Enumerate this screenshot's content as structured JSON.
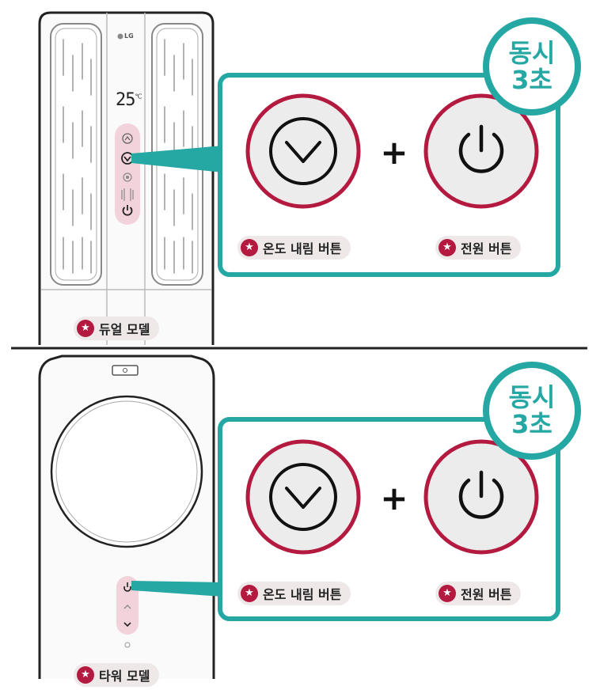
{
  "top_panel": {
    "badge": {
      "line1": "동시",
      "line2": "3초"
    },
    "display_temp": "25",
    "temp_unit": "℃",
    "brand": "LG",
    "down_button_label": "온도 내림 버튼",
    "power_button_label": "전원 버튼",
    "plus": "+",
    "model_label": "듀얼 모델"
  },
  "bottom_panel": {
    "badge": {
      "line1": "동시",
      "line2": "3초"
    },
    "down_button_label": "온도 내림 버튼",
    "power_button_label": "전원 버튼",
    "plus": "+",
    "model_label": "타워 모델"
  },
  "colors": {
    "accent_teal": "#25a7a3",
    "button_ring": "#b4193f",
    "button_fill": "#ececec",
    "highlight_pink": "#f3d3db"
  },
  "icons": [
    "chevron-down-icon",
    "power-icon",
    "star-icon",
    "chevron-up-icon",
    "fan-icon"
  ]
}
